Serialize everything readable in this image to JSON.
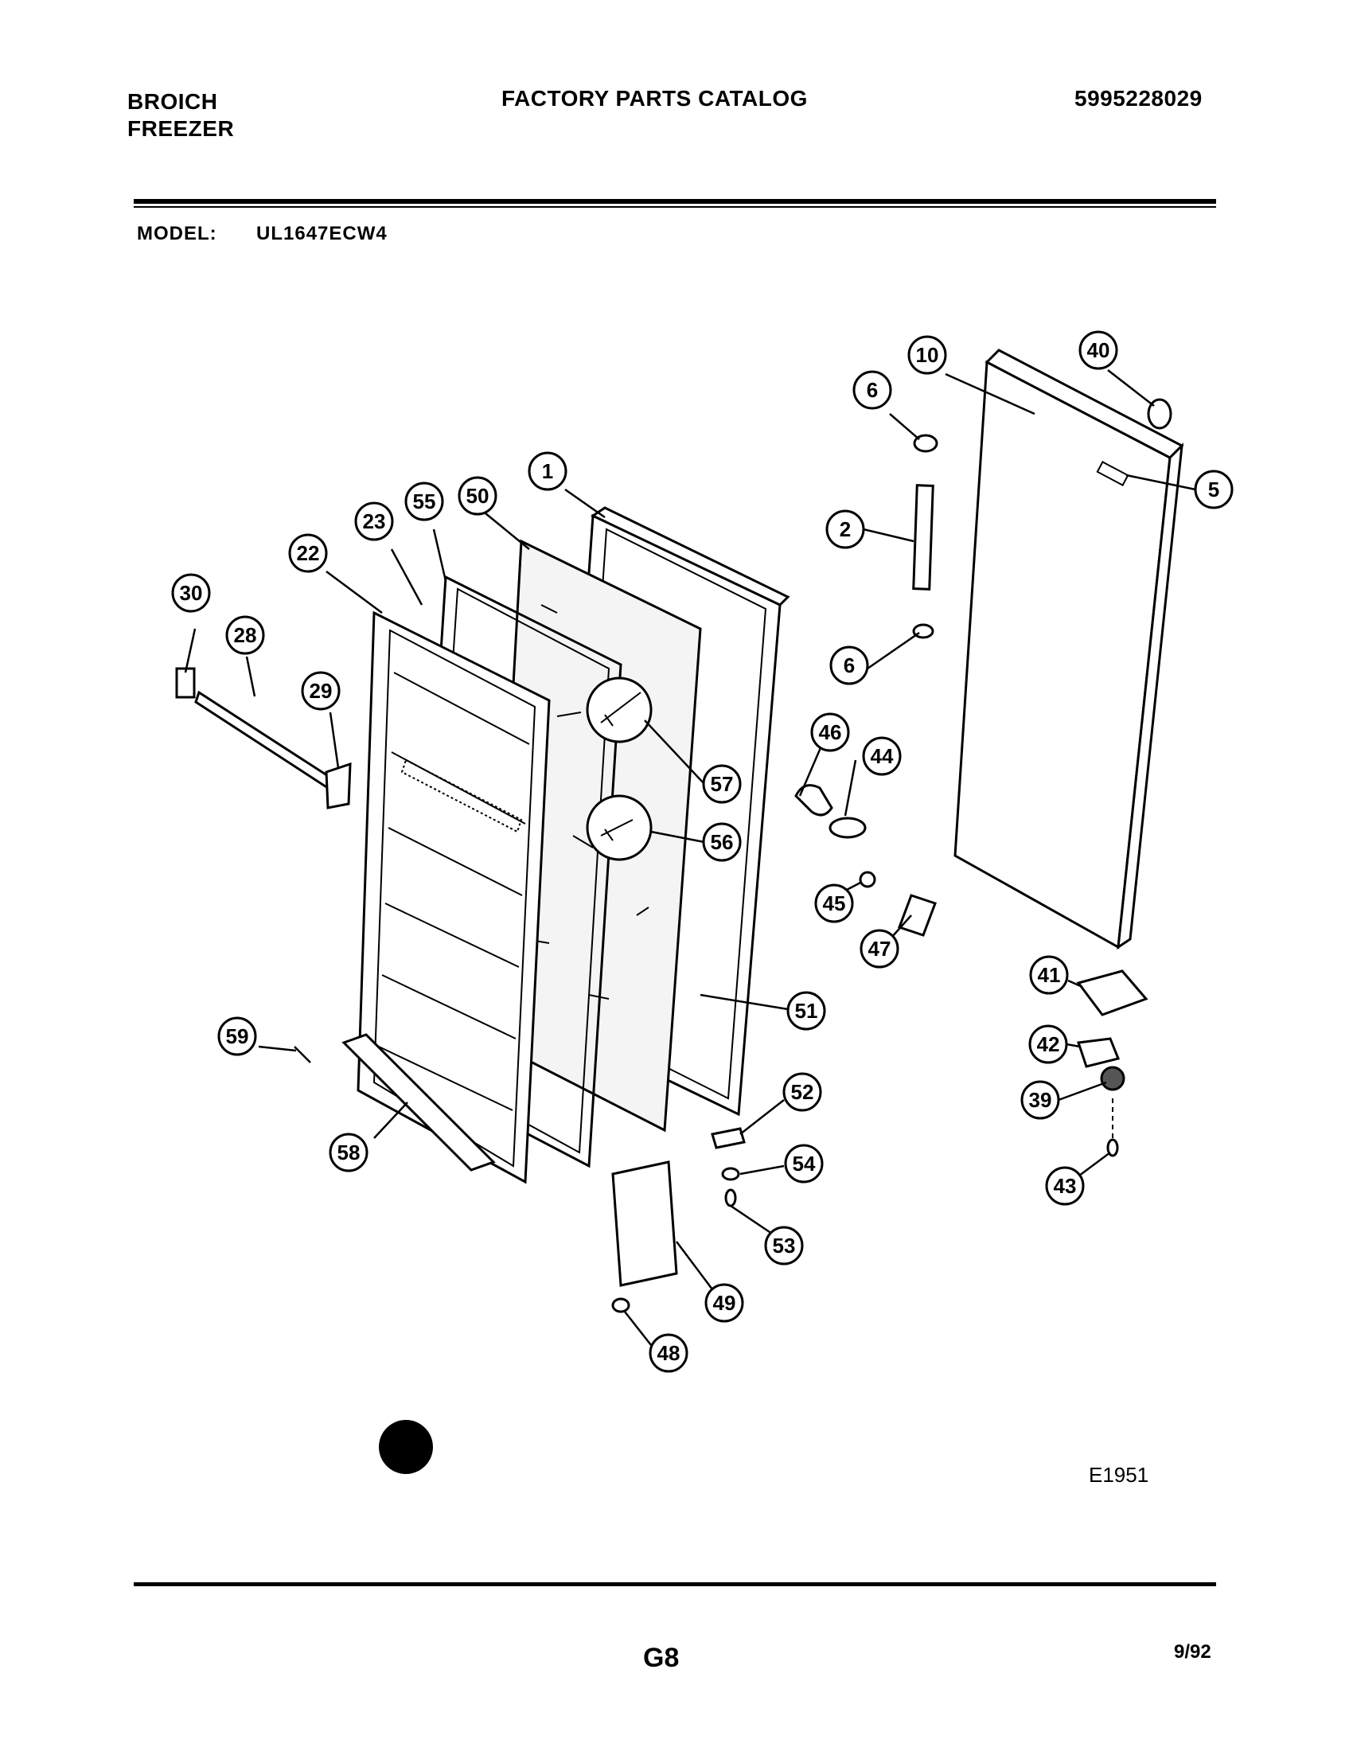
{
  "header": {
    "brand_line1": "BROICH",
    "brand_line2": "FREEZER",
    "catalog_title": "FACTORY PARTS CATALOG",
    "catalog_number": "5995228029"
  },
  "model": {
    "label": "MODEL:",
    "value": "UL1647ECW4"
  },
  "diagram": {
    "callouts": [
      "1",
      "2",
      "5",
      "6",
      "6",
      "10",
      "22",
      "23",
      "28",
      "29",
      "30",
      "39",
      "40",
      "41",
      "42",
      "43",
      "44",
      "45",
      "46",
      "47",
      "48",
      "49",
      "50",
      "51",
      "52",
      "53",
      "54",
      "55",
      "56",
      "57",
      "58",
      "59"
    ],
    "code": "E1951"
  },
  "footer": {
    "page": "G8",
    "date": "9/92"
  }
}
